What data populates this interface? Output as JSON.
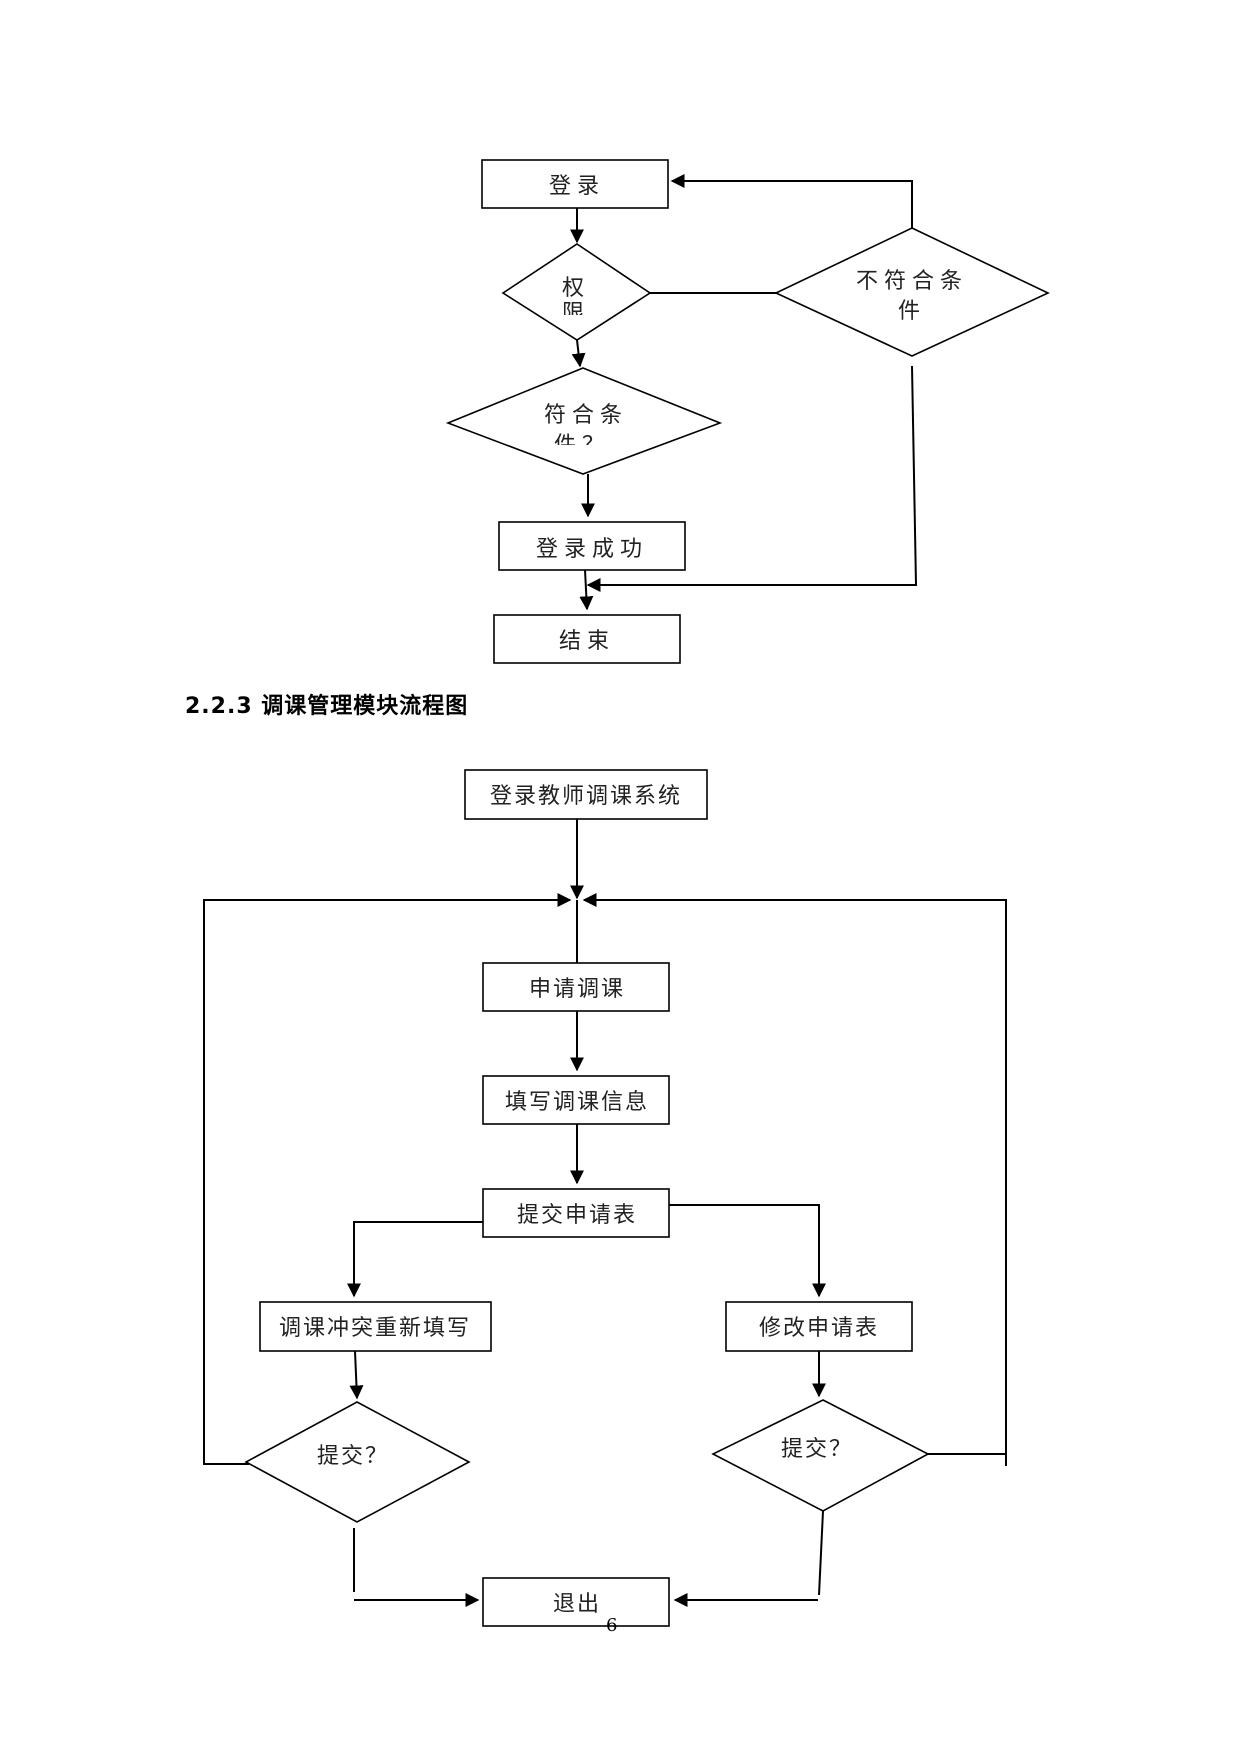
{
  "section_heading": "2.2.3 调课管理模块流程图",
  "page_number": "6",
  "login_flow": {
    "login": "登录",
    "permission_line1": "权",
    "permission_line2": "限",
    "not_met_line1": "不符合条",
    "not_met_line2": "件",
    "met_line1": "符合条",
    "met_line2": "件？",
    "login_success": "登录成功",
    "end": "结束"
  },
  "course_flow": {
    "login_system": "登录教师调课系统",
    "apply": "申请调课",
    "fill_info": "填写调课信息",
    "submit_form": "提交申请表",
    "conflict_refill": "调课冲突重新填写",
    "modify_form": "修改申请表",
    "submit_q_left": "提交？",
    "submit_q_right": "提交？",
    "exit": "退出"
  }
}
